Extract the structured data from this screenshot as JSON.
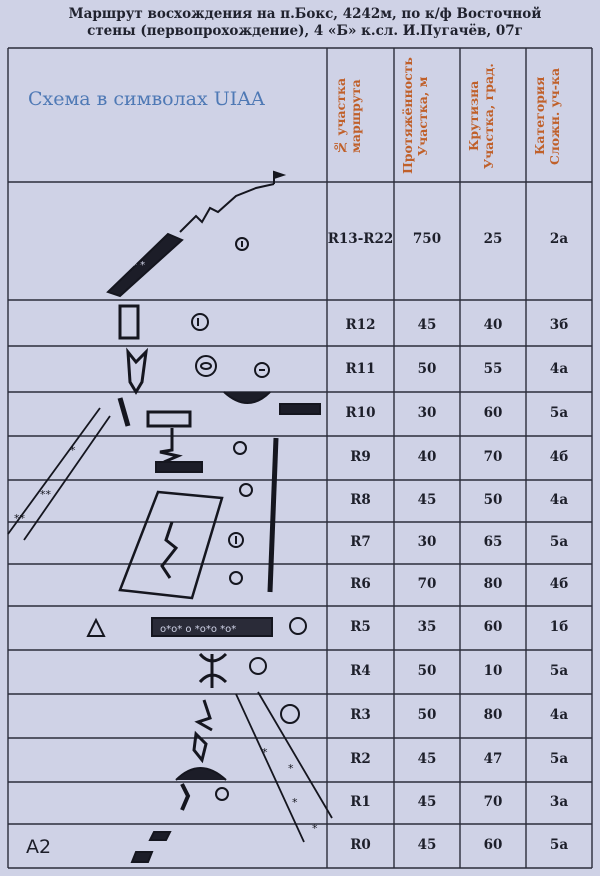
{
  "title": {
    "line1": "Маршрут восхождения на п.Бокс, 4242м, по к/ф Восточной",
    "line2": "стены (первопрохождение), 4 «Б» к.сл. И.Пугачёв, 07г"
  },
  "schema_label": "Схема в символах UIAA",
  "headers": {
    "section": "№ участка\nмаршрута",
    "length": "Протяжённость\nУчастка, м",
    "steepness": "Крутизна\nУчастка, град.",
    "category": "Категория\nСложн. уч-ка"
  },
  "rows": [
    {
      "section": "R13-R22",
      "length": "750",
      "steepness": "25",
      "category": "2а"
    },
    {
      "section": "R12",
      "length": "45",
      "steepness": "40",
      "category": "3б"
    },
    {
      "section": "R11",
      "length": "50",
      "steepness": "55",
      "category": "4а"
    },
    {
      "section": "R10",
      "length": "30",
      "steepness": "60",
      "category": "5а"
    },
    {
      "section": "R9",
      "length": "40",
      "steepness": "70",
      "category": "4б"
    },
    {
      "section": "R8",
      "length": "45",
      "steepness": "50",
      "category": "4а"
    },
    {
      "section": "R7",
      "length": "30",
      "steepness": "65",
      "category": "5а"
    },
    {
      "section": "R6",
      "length": "70",
      "steepness": "80",
      "category": "4б"
    },
    {
      "section": "R5",
      "length": "35",
      "steepness": "60",
      "category": "1б"
    },
    {
      "section": "R4",
      "length": "50",
      "steepness": "10",
      "category": "5а"
    },
    {
      "section": "R3",
      "length": "50",
      "steepness": "80",
      "category": "4а"
    },
    {
      "section": "R2",
      "length": "45",
      "steepness": "47",
      "category": "5а"
    },
    {
      "section": "R1",
      "length": "45",
      "steepness": "70",
      "category": "3а"
    },
    {
      "section": "R0",
      "length": "45",
      "steepness": "60",
      "category": "5а"
    }
  ],
  "signature": "A2",
  "colors": {
    "ink": "#1d1f2a",
    "header": "#c0602a",
    "label": "#4f79b5",
    "paper": "#cfd2e6"
  }
}
